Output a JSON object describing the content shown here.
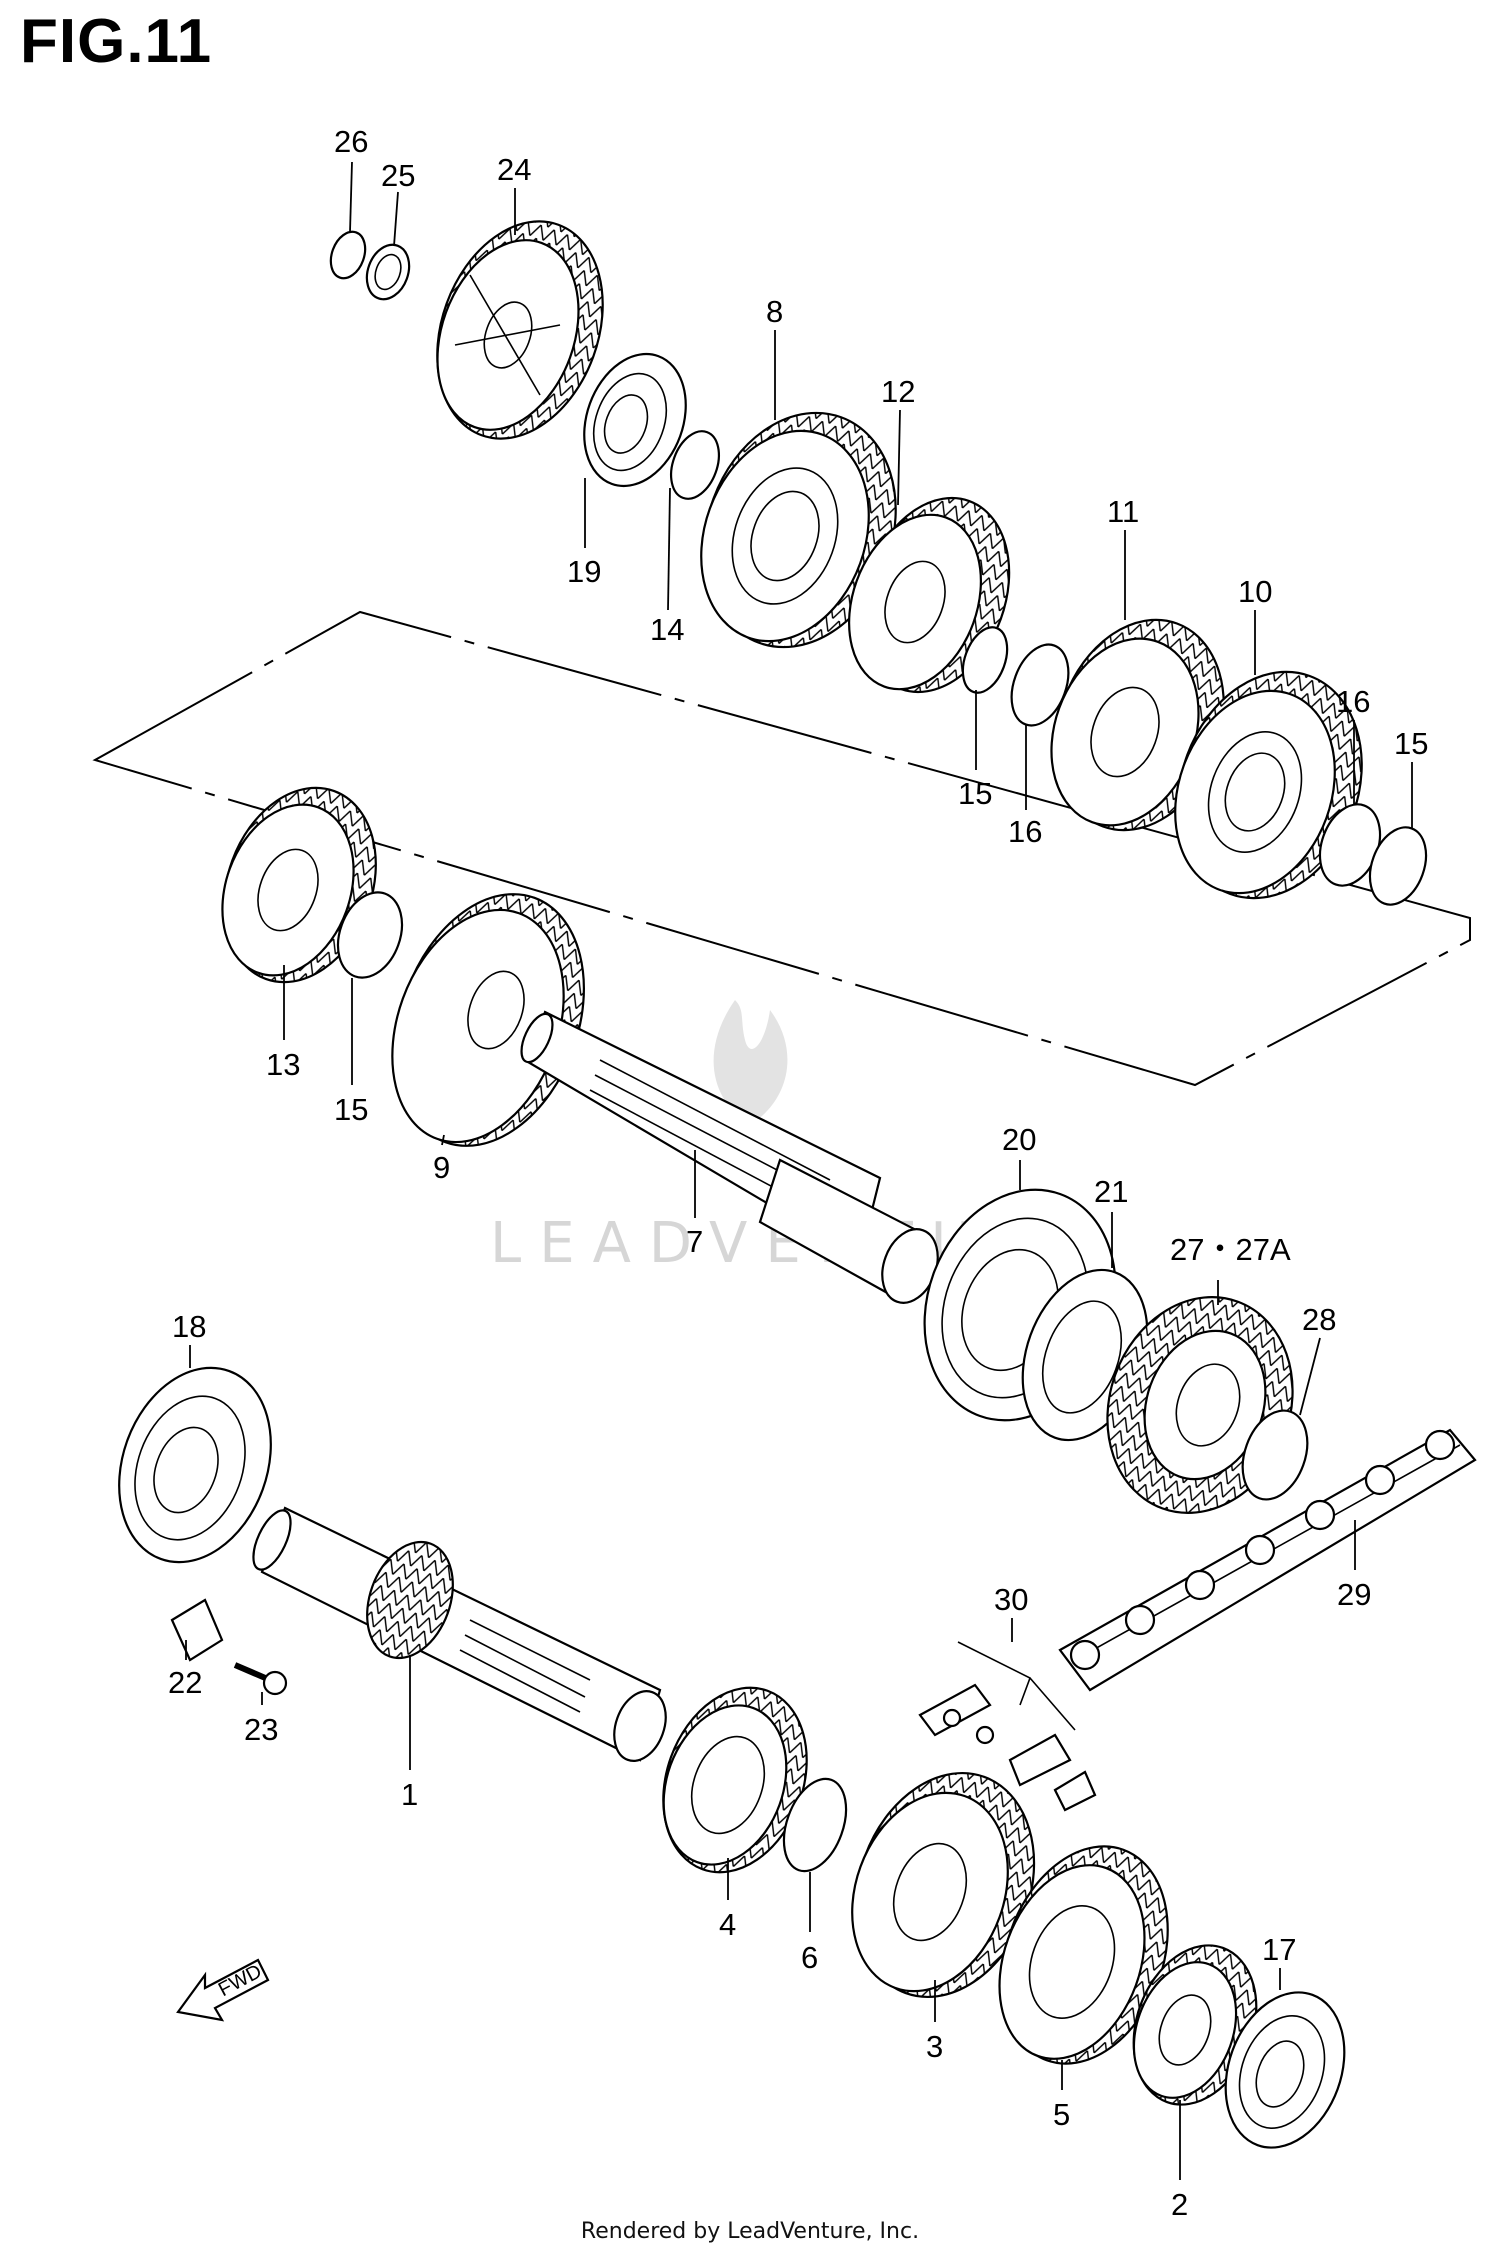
{
  "diagram": {
    "figure_label": "FIG.11",
    "footer_text": "Rendered by LeadVenture, Inc.",
    "watermark_text": "LEADVENTURE",
    "fwd_label": "FWD",
    "callouts": [
      {
        "id": "c26",
        "text": "26"
      },
      {
        "id": "c25",
        "text": "25"
      },
      {
        "id": "c24",
        "text": "24"
      },
      {
        "id": "c8",
        "text": "8"
      },
      {
        "id": "c12",
        "text": "12"
      },
      {
        "id": "c19",
        "text": "19"
      },
      {
        "id": "c14",
        "text": "14"
      },
      {
        "id": "c11",
        "text": "11"
      },
      {
        "id": "c10",
        "text": "10"
      },
      {
        "id": "c15a",
        "text": "15"
      },
      {
        "id": "c16a",
        "text": "16"
      },
      {
        "id": "c16b",
        "text": "16"
      },
      {
        "id": "c15b",
        "text": "15"
      },
      {
        "id": "c13",
        "text": "13"
      },
      {
        "id": "c15c",
        "text": "15"
      },
      {
        "id": "c9",
        "text": "9"
      },
      {
        "id": "c7",
        "text": "7"
      },
      {
        "id": "c20",
        "text": "20"
      },
      {
        "id": "c21",
        "text": "21"
      },
      {
        "id": "c27",
        "text": "27・27A"
      },
      {
        "id": "c28",
        "text": "28"
      },
      {
        "id": "c18",
        "text": "18"
      },
      {
        "id": "c29",
        "text": "29"
      },
      {
        "id": "c30",
        "text": "30"
      },
      {
        "id": "c22",
        "text": "22"
      },
      {
        "id": "c23",
        "text": "23"
      },
      {
        "id": "c1",
        "text": "1"
      },
      {
        "id": "c4",
        "text": "4"
      },
      {
        "id": "c6",
        "text": "6"
      },
      {
        "id": "c3",
        "text": "3"
      },
      {
        "id": "c17",
        "text": "17"
      },
      {
        "id": "c5",
        "text": "5"
      },
      {
        "id": "c2",
        "text": "2"
      }
    ]
  }
}
